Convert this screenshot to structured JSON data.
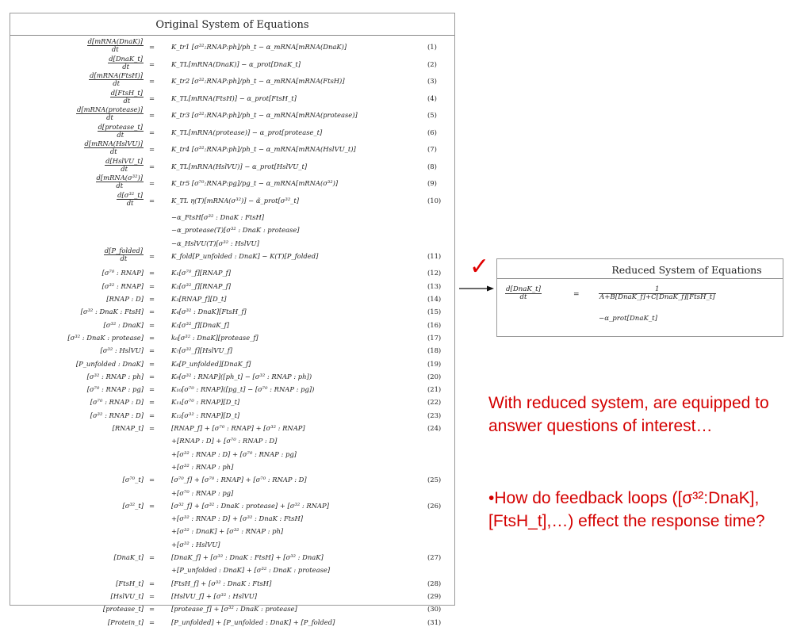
{
  "original": {
    "title": "Original System of Equations",
    "rows": [
      {
        "lhs_num": "d[mRNA(DnaK)]",
        "lhs_den": "dt",
        "rhs": "K_tr1 [σ³²:RNAP:ph]/ph_t − α_mRNA[mRNA(DnaK)]",
        "num": "(1)"
      },
      {
        "lhs_num": "d[DnaK_t]",
        "lhs_den": "dt",
        "rhs": "K_TL[mRNA(DnaK)] − α_prot[DnaK_t]",
        "num": "(2)"
      },
      {
        "lhs_num": "d[mRNA(FtsH)]",
        "lhs_den": "dt",
        "rhs": "K_tr2 [σ³²:RNAP:ph]/ph_t − α_mRNA[mRNA(FtsH)]",
        "num": "(3)"
      },
      {
        "lhs_num": "d[FtsH_t]",
        "lhs_den": "dt",
        "rhs": "K_TL[mRNA(FtsH)] − α_prot[FtsH_t]",
        "num": "(4)"
      },
      {
        "lhs_num": "d[mRNA(protease)]",
        "lhs_den": "dt",
        "rhs": "K_tr3 [σ³²:RNAP:ph]/ph_t − α_mRNA[mRNA(protease)]",
        "num": "(5)"
      },
      {
        "lhs_num": "d[protease_t]",
        "lhs_den": "dt",
        "rhs": "K_TL[mRNA(protease)] − α_prot[protease_t]",
        "num": "(6)"
      },
      {
        "lhs_num": "d[mRNA(HslVU)]",
        "lhs_den": "dt",
        "rhs": "K_tr4 [σ³²:RNAP:ph]/ph_t − α_mRNA[mRNA(HslVU_t)]",
        "num": "(7)"
      },
      {
        "lhs_num": "d[HslVU_t]",
        "lhs_den": "dt",
        "rhs": "K_TL[mRNA(HslVU)] − α_prot[HslVU_t]",
        "num": "(8)"
      },
      {
        "lhs_num": "d[mRNA(σ³²)]",
        "lhs_den": "dt",
        "rhs": "K_tr5 [σ⁷⁰:RNAP:pg]/pg_t − α_mRNA[mRNA(σ³²)]",
        "num": "(9)"
      },
      {
        "lhs_num": "d[σ³²_t]",
        "lhs_den": "dt",
        "rhs": "K_TL η(T)[mRNA(σ³²)] − α̃_prot[σ³²_t]",
        "num": "(10)"
      },
      {
        "lhs": "",
        "rhs": "−α_FtsH[σ³² : DnaK : FtsH]",
        "num": ""
      },
      {
        "lhs": "",
        "rhs": "−α_protease(T)[σ³² : DnaK : protease]",
        "num": ""
      },
      {
        "lhs": "",
        "rhs": "−α_HslVU(T)[σ³² : HslVU]",
        "num": ""
      },
      {
        "lhs_num": "d[P_folded]",
        "lhs_den": "dt",
        "rhs": "K_fold[P_unfolded : DnaK] − K(T)[P_folded]",
        "num": "(11)"
      },
      {
        "lhs": "[σ⁷⁰ : RNAP]",
        "rhs": "K₁[σ⁷⁰_f][RNAP_f]",
        "num": "(12)"
      },
      {
        "lhs": "[σ³² : RNAP]",
        "rhs": "K₂[σ³²_f][RNAP_f]",
        "num": "(13)"
      },
      {
        "lhs": "[RNAP : D]",
        "rhs": "K₃[RNAP_f][D_t]",
        "num": "(14)"
      },
      {
        "lhs": "[σ³² : DnaK : FtsH]",
        "rhs": "K₄[σ³² : DnaK][FtsH_f]",
        "num": "(15)"
      },
      {
        "lhs": "[σ³² : DnaK]",
        "rhs": "K₅[σ³²_f][DnaK_f]",
        "num": "(16)"
      },
      {
        "lhs": "[σ³² : DnaK : protease]",
        "rhs": "k₆[σ³² : DnaK][protease_f]",
        "num": "(17)"
      },
      {
        "lhs": "[σ³² : HslVU]",
        "rhs": "K₇[σ³²_f][HslVU_f]",
        "num": "(18)"
      },
      {
        "lhs": "[P_unfolded : DnaK]",
        "rhs": "K₈[P_unfolded][DnaK_f]",
        "num": "(19)"
      },
      {
        "lhs": "[σ³² : RNAP : ph]",
        "rhs": "K₉[σ³² : RNAP]([ph_t] − [σ³² : RNAP : ph])",
        "num": "(20)"
      },
      {
        "lhs": "[σ⁷⁰ : RNAP : pg]",
        "rhs": "K₁₀[σ⁷⁰ : RNAP]([pg_t] − [σ⁷⁰ : RNAP : pg])",
        "num": "(21)"
      },
      {
        "lhs": "[σ⁷⁰ : RNAP : D]",
        "rhs": "K₁₁[σ⁷⁰ : RNAP][D_t]",
        "num": "(22)"
      },
      {
        "lhs": "[σ³² : RNAP : D]",
        "rhs": "K₁₂[σ³² : RNAP][D_t]",
        "num": "(23)"
      },
      {
        "lhs": "[RNAP_t]",
        "rhs": "[RNAP_f] + [σ⁷⁰ : RNAP] + [σ³² : RNAP]",
        "num": "(24)"
      },
      {
        "lhs": "",
        "rhs": "+[RNAP : D] + [σ⁷⁰ : RNAP : D]",
        "num": ""
      },
      {
        "lhs": "",
        "rhs": "+[σ³² : RNAP : D] + [σ⁷⁰ : RNAP : pg]",
        "num": ""
      },
      {
        "lhs": "",
        "rhs": "+[σ³² : RNAP : ph]",
        "num": ""
      },
      {
        "lhs": "[σ⁷⁰_t]",
        "rhs": "[σ⁷⁰_f] + [σ⁷⁰ : RNAP] + [σ⁷⁰ : RNAP : D]",
        "num": "(25)"
      },
      {
        "lhs": "",
        "rhs": "+[σ⁷⁰ : RNAP : pg]",
        "num": ""
      },
      {
        "lhs": "[σ³²_t]",
        "rhs": "[σ³²_f] + [σ³² : DnaK : protease] + [σ³² : RNAP]",
        "num": "(26)"
      },
      {
        "lhs": "",
        "rhs": "+[σ³² : RNAP : D] + [σ³² : DnaK : FtsH]",
        "num": ""
      },
      {
        "lhs": "",
        "rhs": "+[σ³² : DnaK] + [σ³² : RNAP : ph]",
        "num": ""
      },
      {
        "lhs": "",
        "rhs": "+[σ³² : HslVU]",
        "num": ""
      },
      {
        "lhs": "[DnaK_t]",
        "rhs": "[DnaK_f] + [σ³² : DnaK : FtsH] + [σ³² : DnaK]",
        "num": "(27)"
      },
      {
        "lhs": "",
        "rhs": "+[P_unfolded : DnaK] + [σ³² : DnaK : protease]",
        "num": ""
      },
      {
        "lhs": "[FtsH_t]",
        "rhs": "[FtsH_f] + [σ³² : DnaK : FtsH]",
        "num": "(28)"
      },
      {
        "lhs": "[HslVU_t]",
        "rhs": "[HslVU_f] + [σ³² : HslVU]",
        "num": "(29)"
      },
      {
        "lhs": "[protease_t]",
        "rhs": "[protease_f] + [σ³² : DnaK : protease]",
        "num": "(30)"
      },
      {
        "lhs": "[Protein_t]",
        "rhs": "[P_unfolded] + [P_unfolded : DnaK] + [P_folded]",
        "num": "(31)"
      }
    ]
  },
  "reduced": {
    "title": "Reduced System of Equations",
    "lhs_num": "d[DnaK_t]",
    "lhs_den": "dt",
    "eq": "=",
    "rhs_num": "1",
    "rhs_den": "A+B[DnaK_f]+C[DnaK_f][FtsH_t]",
    "rhs_tail": "−α_prot[DnaK_t]"
  },
  "annotation": {
    "check": "✓",
    "para1": "With reduced system, are equipped to answer questions of interest…",
    "para2": "•How do feedback loops ([σ³²:DnaK], [FtsH_t],…) effect the response time?"
  },
  "colors": {
    "accent": "#d40000",
    "border": "#9a9a9a"
  }
}
